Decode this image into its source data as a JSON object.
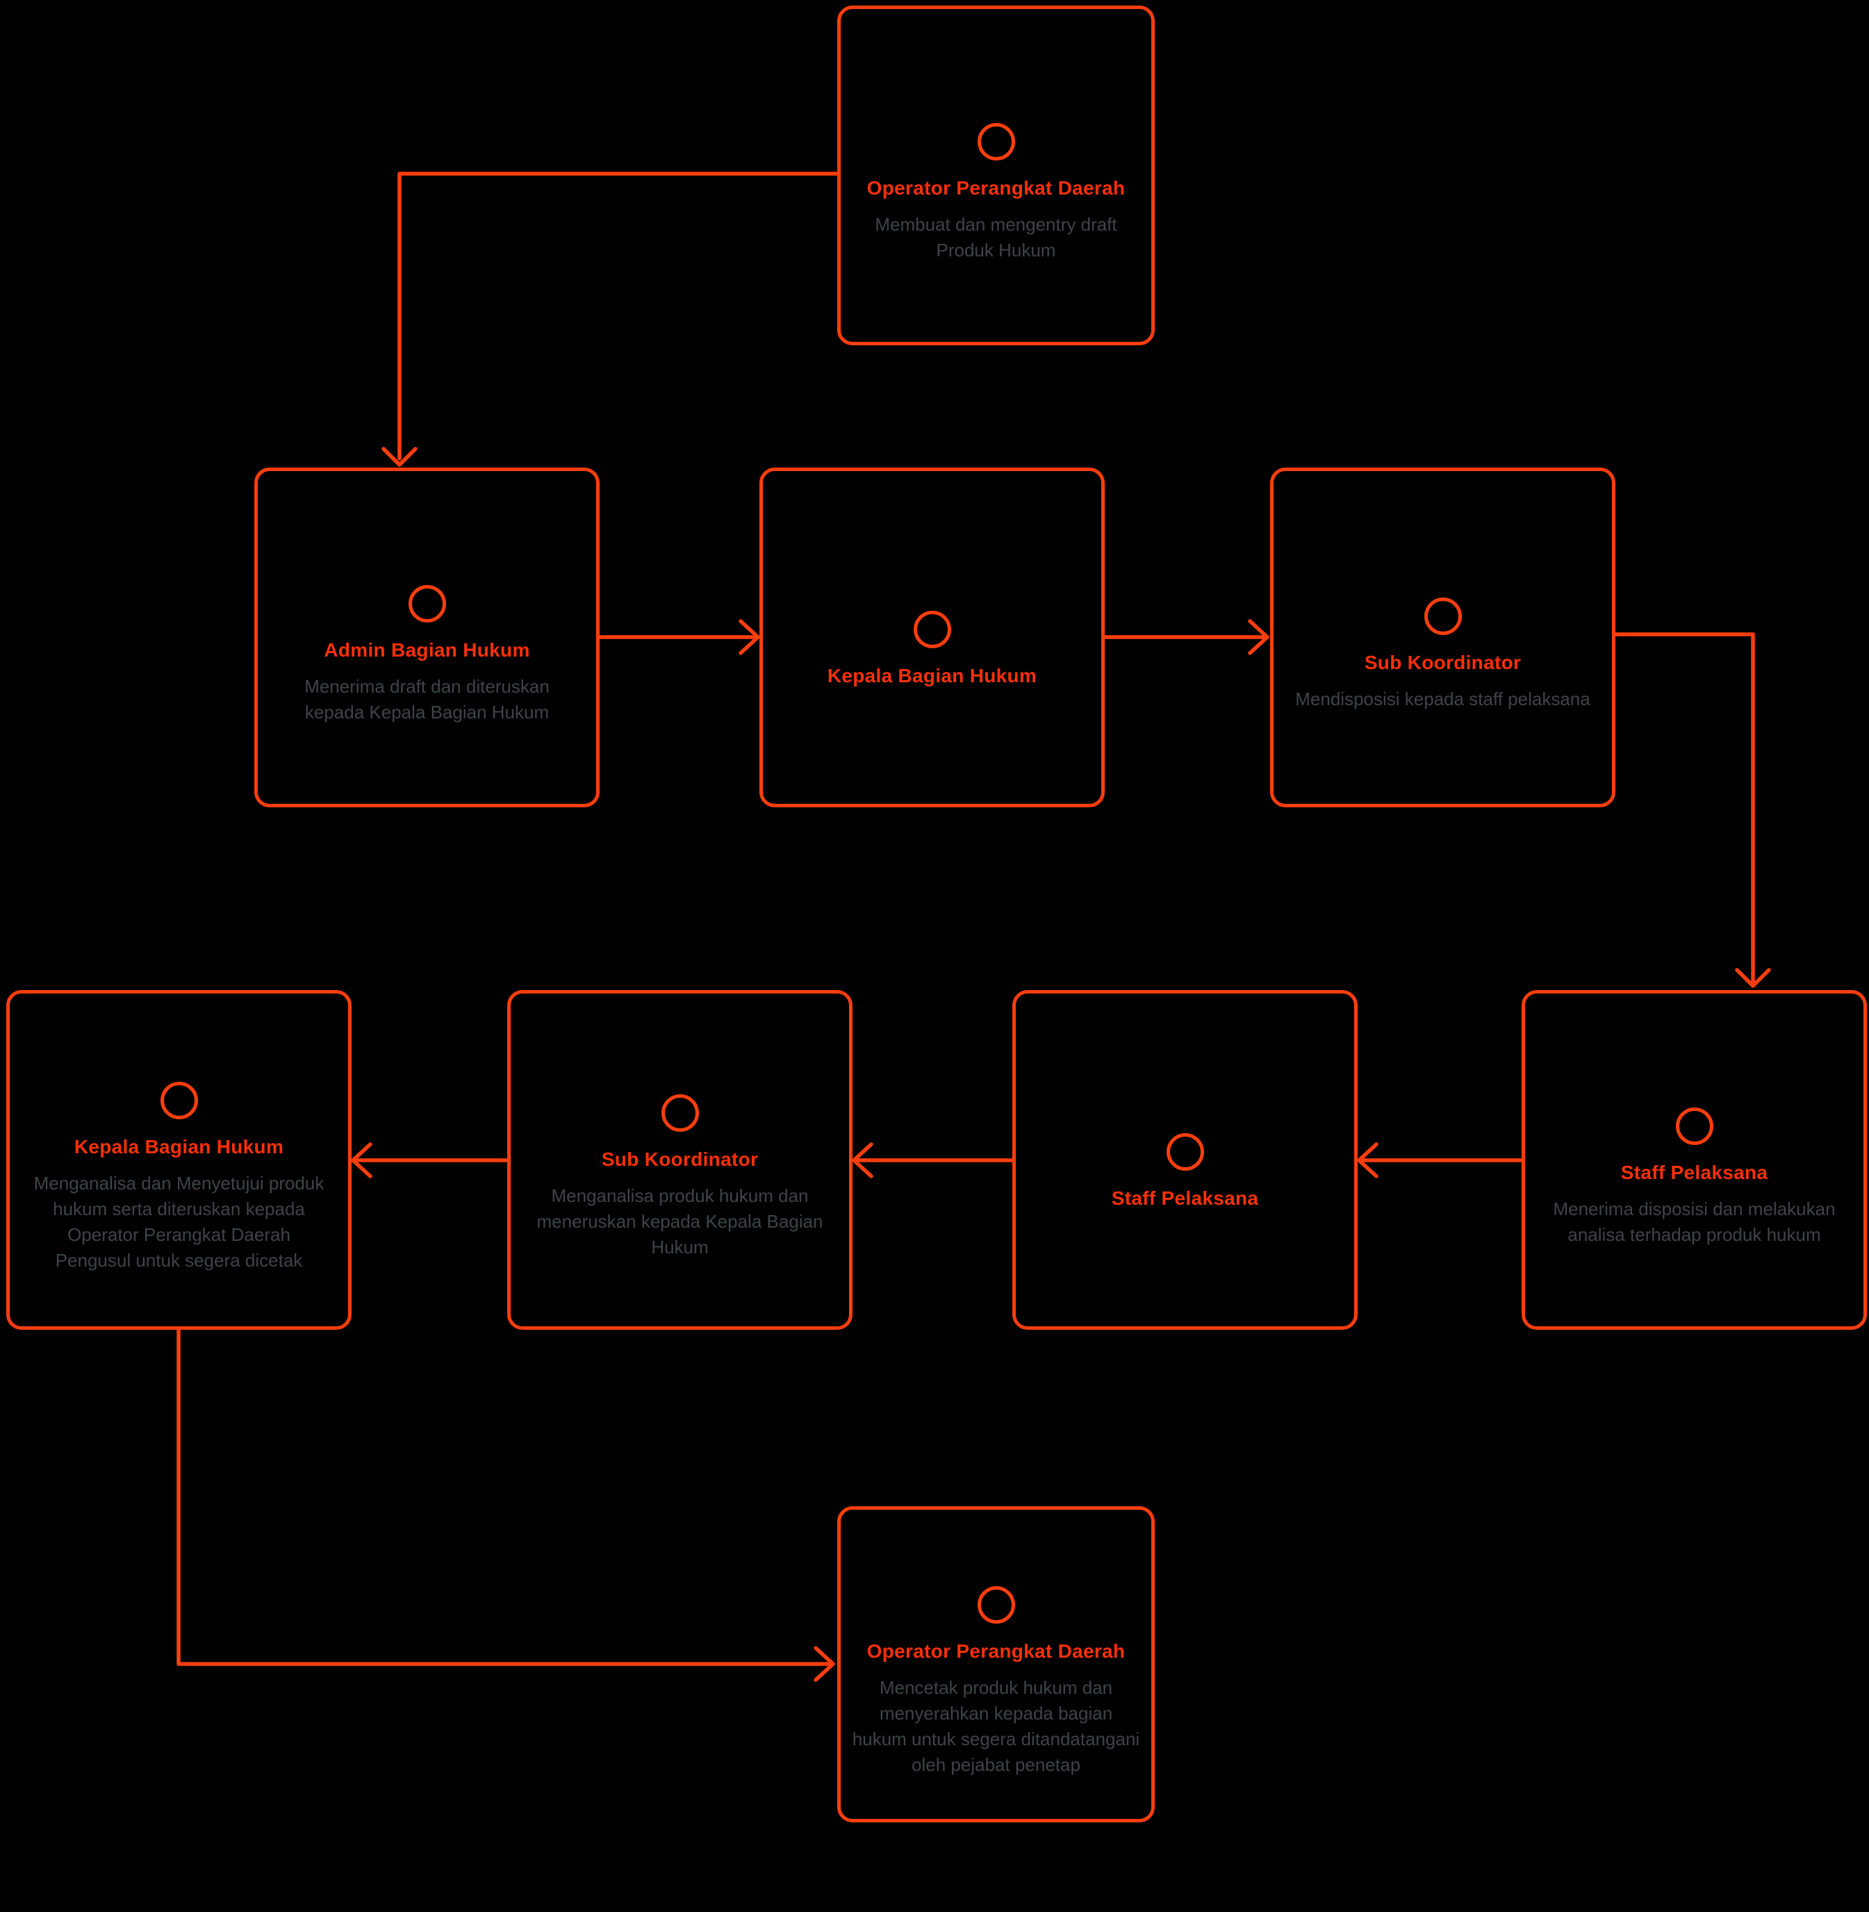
{
  "colors": {
    "background": "#000000",
    "accent": "#fc3e0e",
    "title": "#f93009",
    "subtitle": "#3e4446"
  },
  "nodes": {
    "operator_top": {
      "icon": "circle-outline-icon",
      "title": "Operator Perangkat Daerah",
      "subtitle_lines": [
        "Membuat dan mengentry draft",
        "Produk Hukum"
      ]
    },
    "admin": {
      "icon": "circle-outline-icon",
      "title": "Admin Bagian Hukum",
      "subtitle_lines": [
        "Menerima draft dan diteruskan",
        "kepada Kepala Bagian Hukum"
      ]
    },
    "kepala_row2": {
      "icon": "circle-outline-icon",
      "title": "Kepala Bagian Hukum",
      "subtitle_lines": []
    },
    "subkoor_row2": {
      "icon": "circle-outline-icon",
      "title": "Sub Koordinator",
      "subtitle_lines": [
        "Mendisposisi kepada staff pelaksana"
      ]
    },
    "kepala_row3": {
      "icon": "circle-outline-icon",
      "title": "Kepala Bagian Hukum",
      "subtitle_lines": [
        "Menganalisa dan Menyetujui produk",
        "hukum serta diteruskan kepada",
        "Operator Perangkat Daerah",
        "Pengusul untuk segera dicetak"
      ]
    },
    "subkoor_row3": {
      "icon": "circle-outline-icon",
      "title": "Sub Koordinator",
      "subtitle_lines": [
        "Menganalisa produk hukum dan",
        "meneruskan kepada Kepala Bagian",
        "Hukum"
      ]
    },
    "staff_row3_mid": {
      "icon": "circle-outline-icon",
      "title": "Staff Pelaksana",
      "subtitle_lines": []
    },
    "staff_row3_right": {
      "icon": "circle-outline-icon",
      "title": "Staff Pelaksana",
      "subtitle_lines": [
        "Menerima disposisi dan melakukan",
        "analisa terhadap produk hukum"
      ]
    },
    "operator_bottom": {
      "icon": "circle-outline-icon",
      "title": "Operator Perangkat Daerah",
      "subtitle_lines": [
        "Mencetak produk hukum dan",
        "menyerahkan kepada bagian",
        "hukum untuk segera ditandatangani",
        "oleh pejabat penetap"
      ]
    }
  }
}
